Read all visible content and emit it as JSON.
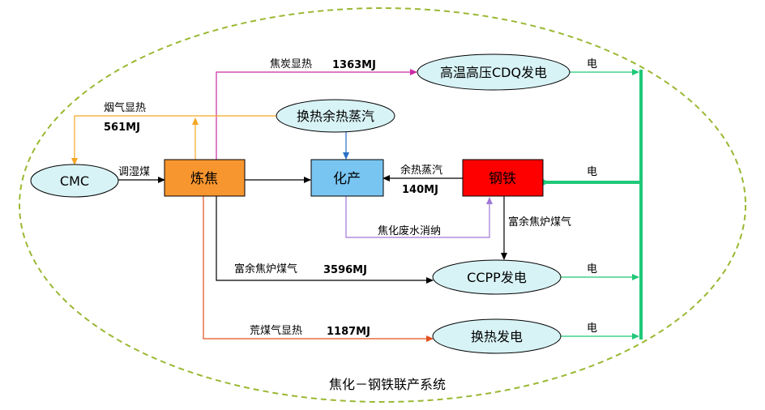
{
  "title": "焦化－钢铁联产系统",
  "colors": {
    "boundary": "#9ab833",
    "ellipse_fill": "#d8f3f6",
    "coking_fill": "#f7962e",
    "chem_fill": "#78c5f2",
    "steel_fill": "#ff0000",
    "grid_green": "#1fc878",
    "coke_heat": "#cc2aa6",
    "flue_gas": "#f5a623",
    "blue_arrow": "#2a6fc4",
    "purple_line": "#a078d6",
    "raw_gas": "#e0501e",
    "black": "#000000"
  },
  "nodes": {
    "cmc": "CMC",
    "coking": "炼焦",
    "chem": "化产",
    "steel": "钢铁",
    "cdq": "高温高压CDQ发电",
    "heat_steam": "换热余热蒸汽",
    "ccpp": "CCPP发电",
    "heat_power": "换热发电"
  },
  "labels": {
    "coke_heat": "焦炭显热",
    "coke_heat_val": "1363MJ",
    "flue_heat": "烟气显热",
    "flue_heat_val": "561MJ",
    "moist_coal": "调湿煤",
    "waste_steam": "余热蒸汽",
    "waste_steam_val": "140MJ",
    "wastewater": "焦化废水消纳",
    "surplus_gas_right": "富余焦炉煤气",
    "surplus_gas": "富余焦炉煤气",
    "surplus_gas_val": "3596MJ",
    "raw_gas_heat": "荒煤气显热",
    "raw_gas_heat_val": "1187MJ",
    "elec_cdq": "电",
    "elec_steel": "电",
    "elec_ccpp": "电",
    "elec_heat": "电"
  }
}
